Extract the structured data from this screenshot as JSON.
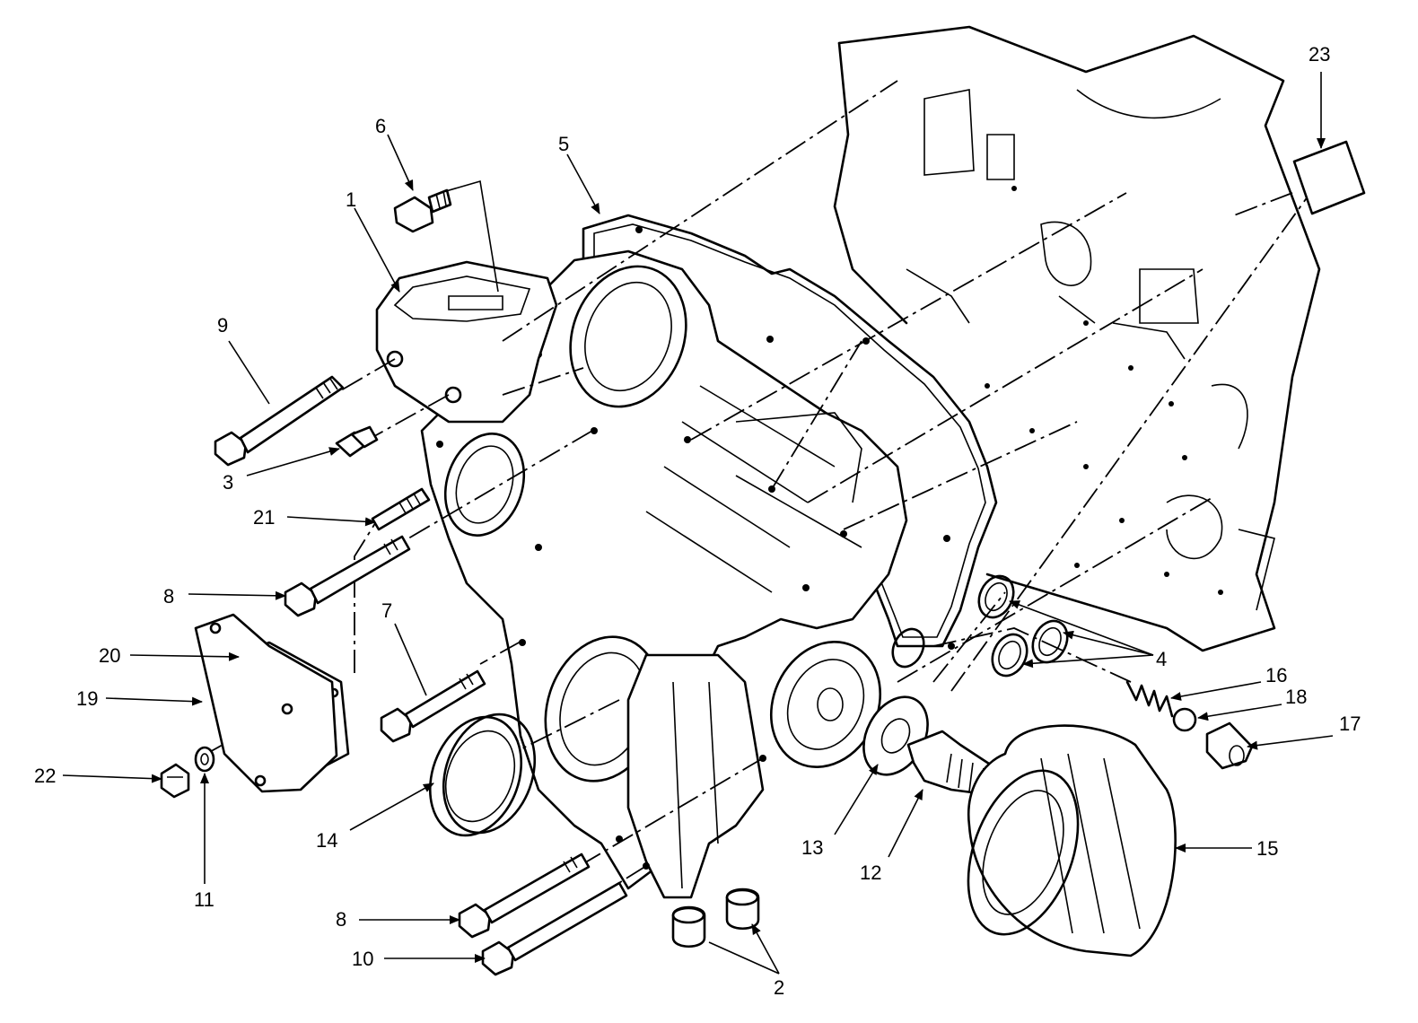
{
  "diagram": {
    "callouts": [
      {
        "id": "c1",
        "label": "1"
      },
      {
        "id": "c2",
        "label": "2"
      },
      {
        "id": "c3",
        "label": "3"
      },
      {
        "id": "c4",
        "label": "4"
      },
      {
        "id": "c5",
        "label": "5"
      },
      {
        "id": "c6",
        "label": "6"
      },
      {
        "id": "c7",
        "label": "7"
      },
      {
        "id": "c8a",
        "label": "8"
      },
      {
        "id": "c8b",
        "label": "8"
      },
      {
        "id": "c9",
        "label": "9"
      },
      {
        "id": "c10",
        "label": "10"
      },
      {
        "id": "c11",
        "label": "11"
      },
      {
        "id": "c12",
        "label": "12"
      },
      {
        "id": "c13",
        "label": "13"
      },
      {
        "id": "c14",
        "label": "14"
      },
      {
        "id": "c15",
        "label": "15"
      },
      {
        "id": "c16",
        "label": "16"
      },
      {
        "id": "c17",
        "label": "17"
      },
      {
        "id": "c18",
        "label": "18"
      },
      {
        "id": "c19",
        "label": "19"
      },
      {
        "id": "c20",
        "label": "20"
      },
      {
        "id": "c21",
        "label": "21"
      },
      {
        "id": "c22",
        "label": "22"
      },
      {
        "id": "c23",
        "label": "23"
      }
    ]
  }
}
